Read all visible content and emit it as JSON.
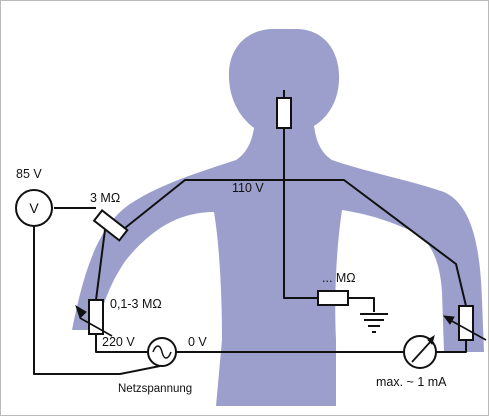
{
  "colors": {
    "body_silhouette": "#9c9fcc",
    "wire": "#111111",
    "resistor_fill": "#ffffff",
    "frame_border": "#b9b9b9"
  },
  "labels": {
    "voltmeter_value": "85 V",
    "voltmeter_symbol": "V",
    "resistor_3mohm": "3 MΩ",
    "head_node_voltage": "110 V",
    "ground_resistor": "... MΩ",
    "variable_resistor": "0,1-3 MΩ",
    "mains_live": "220 V",
    "mains_neutral": "0 V",
    "mains_source": "Netzspannung",
    "ammeter_limit": "max. ~ 1 mA"
  },
  "icons": {
    "ac_source": "sine-wave-circle-icon",
    "ground": "earth-ground-icon",
    "ammeter": "meter-needle-icon",
    "voltmeter": "voltmeter-circle-icon"
  }
}
